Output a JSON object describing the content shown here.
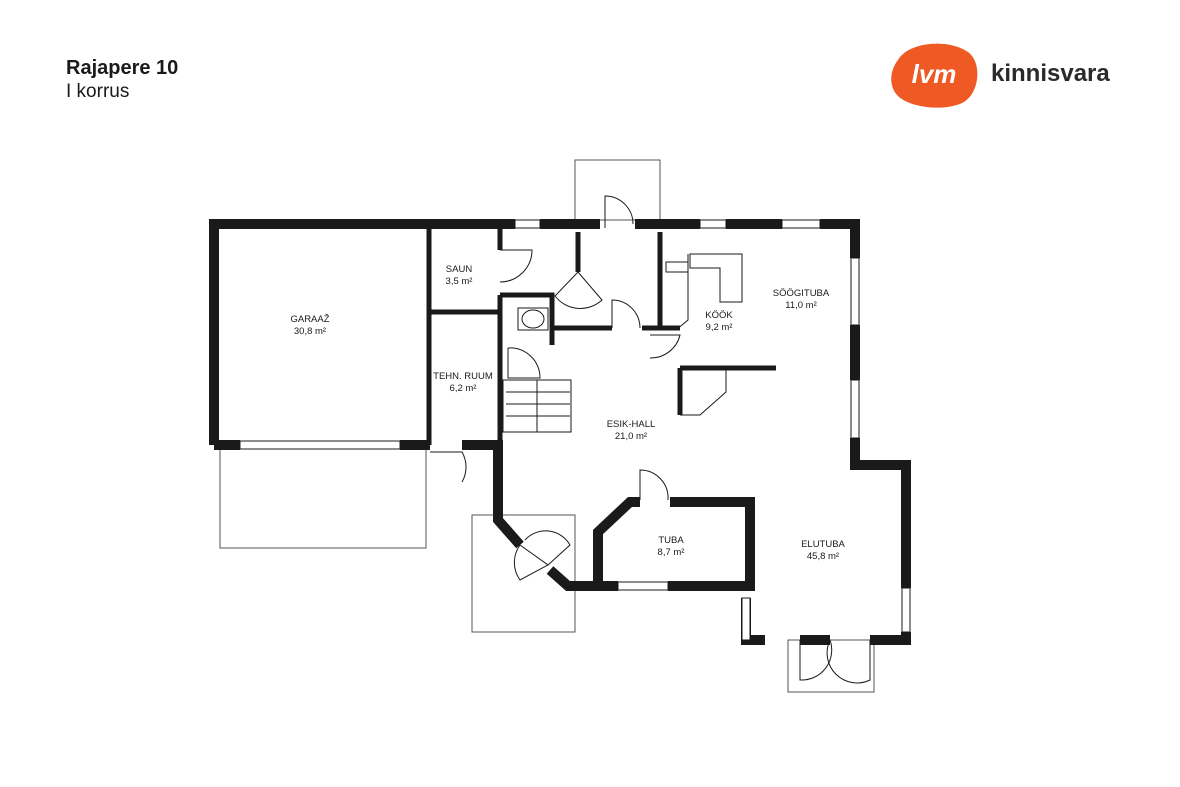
{
  "header": {
    "title": "Rajapere 10",
    "subtitle": "I korrus"
  },
  "logo": {
    "mark_text": "lvm",
    "brand_text": "kinnisvara",
    "brand_color": "#ef5a24"
  },
  "rooms": [
    {
      "id": "garaaz",
      "name": "GARAAŽ",
      "area": "30,8 m²"
    },
    {
      "id": "saun",
      "name": "SAUN",
      "area": "3,5 m²"
    },
    {
      "id": "tehn",
      "name": "TEHN. RUUM",
      "area": "6,2 m²"
    },
    {
      "id": "kook",
      "name": "KÖÖK",
      "area": "9,2 m²"
    },
    {
      "id": "soogituba",
      "name": "SÖÖGITUBA",
      "area": "11,0 m²"
    },
    {
      "id": "esik",
      "name": "ESIK-HALL",
      "area": "21,0 m²"
    },
    {
      "id": "tuba",
      "name": "TUBA",
      "area": "8,7 m²"
    },
    {
      "id": "elutuba",
      "name": "ELUTUBA",
      "area": "45,8 m²"
    }
  ],
  "colors": {
    "wall": "#1a1a1a",
    "outline": "#555555"
  }
}
